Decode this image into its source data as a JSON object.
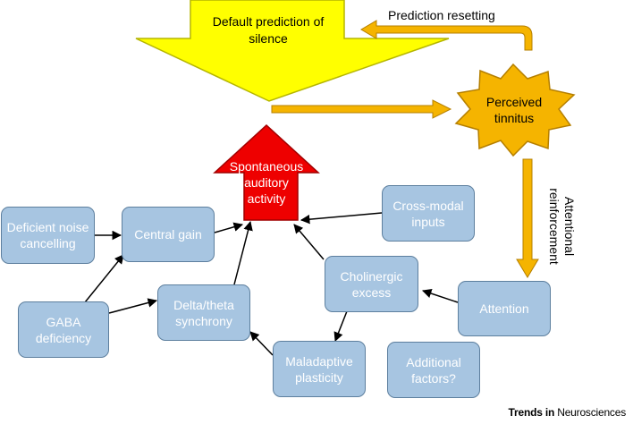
{
  "colors": {
    "box_fill": "#a7c5e1",
    "box_border": "#5d7f9e",
    "yellow": "#ffff00",
    "yellow_border": "#b5b500",
    "orange": "#f5b400",
    "orange_border": "#b57f00",
    "red": "#ee0000",
    "red_border": "#a00000"
  },
  "top": {
    "default_prediction": "Default prediction of silence",
    "prediction_resetting": "Prediction resetting",
    "perceived_tinnitus": "Perceived tinnitus",
    "attentional_reinforcement": "Attentional reinforcement",
    "spontaneous_activity": "Spontaneous auditory activity"
  },
  "boxes": {
    "deficient_noise": "Deficient noise cancelling",
    "central_gain": "Central gain",
    "gaba": "GABA deficiency",
    "delta_theta": "Delta/theta synchrony",
    "cross_modal": "Cross-modal inputs",
    "cholinergic": "Cholinergic excess",
    "attention": "Attention",
    "maladaptive": "Maladaptive plasticity",
    "additional": "Additional factors?"
  },
  "brand": {
    "bold": "Trends in",
    "rest": " Neurosciences"
  }
}
